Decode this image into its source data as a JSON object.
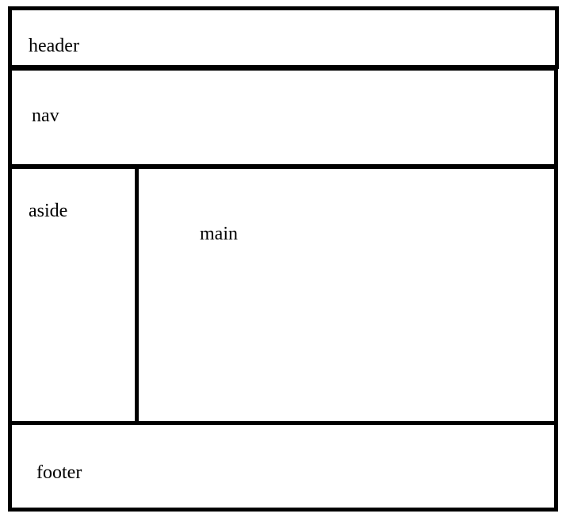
{
  "regions": {
    "header": "header",
    "nav": "nav",
    "aside": "aside",
    "main": "main",
    "footer": "footer"
  }
}
